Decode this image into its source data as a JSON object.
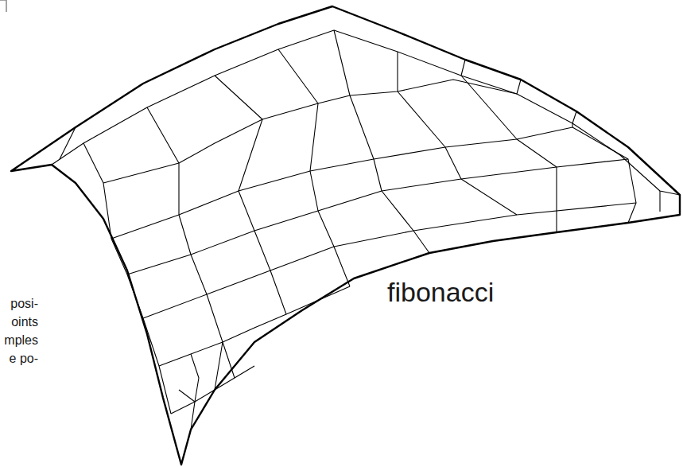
{
  "diagram": {
    "labels": [
      "fibonacci",
      "posi-",
      "oints",
      "mples",
      "e po-"
    ]
  }
}
